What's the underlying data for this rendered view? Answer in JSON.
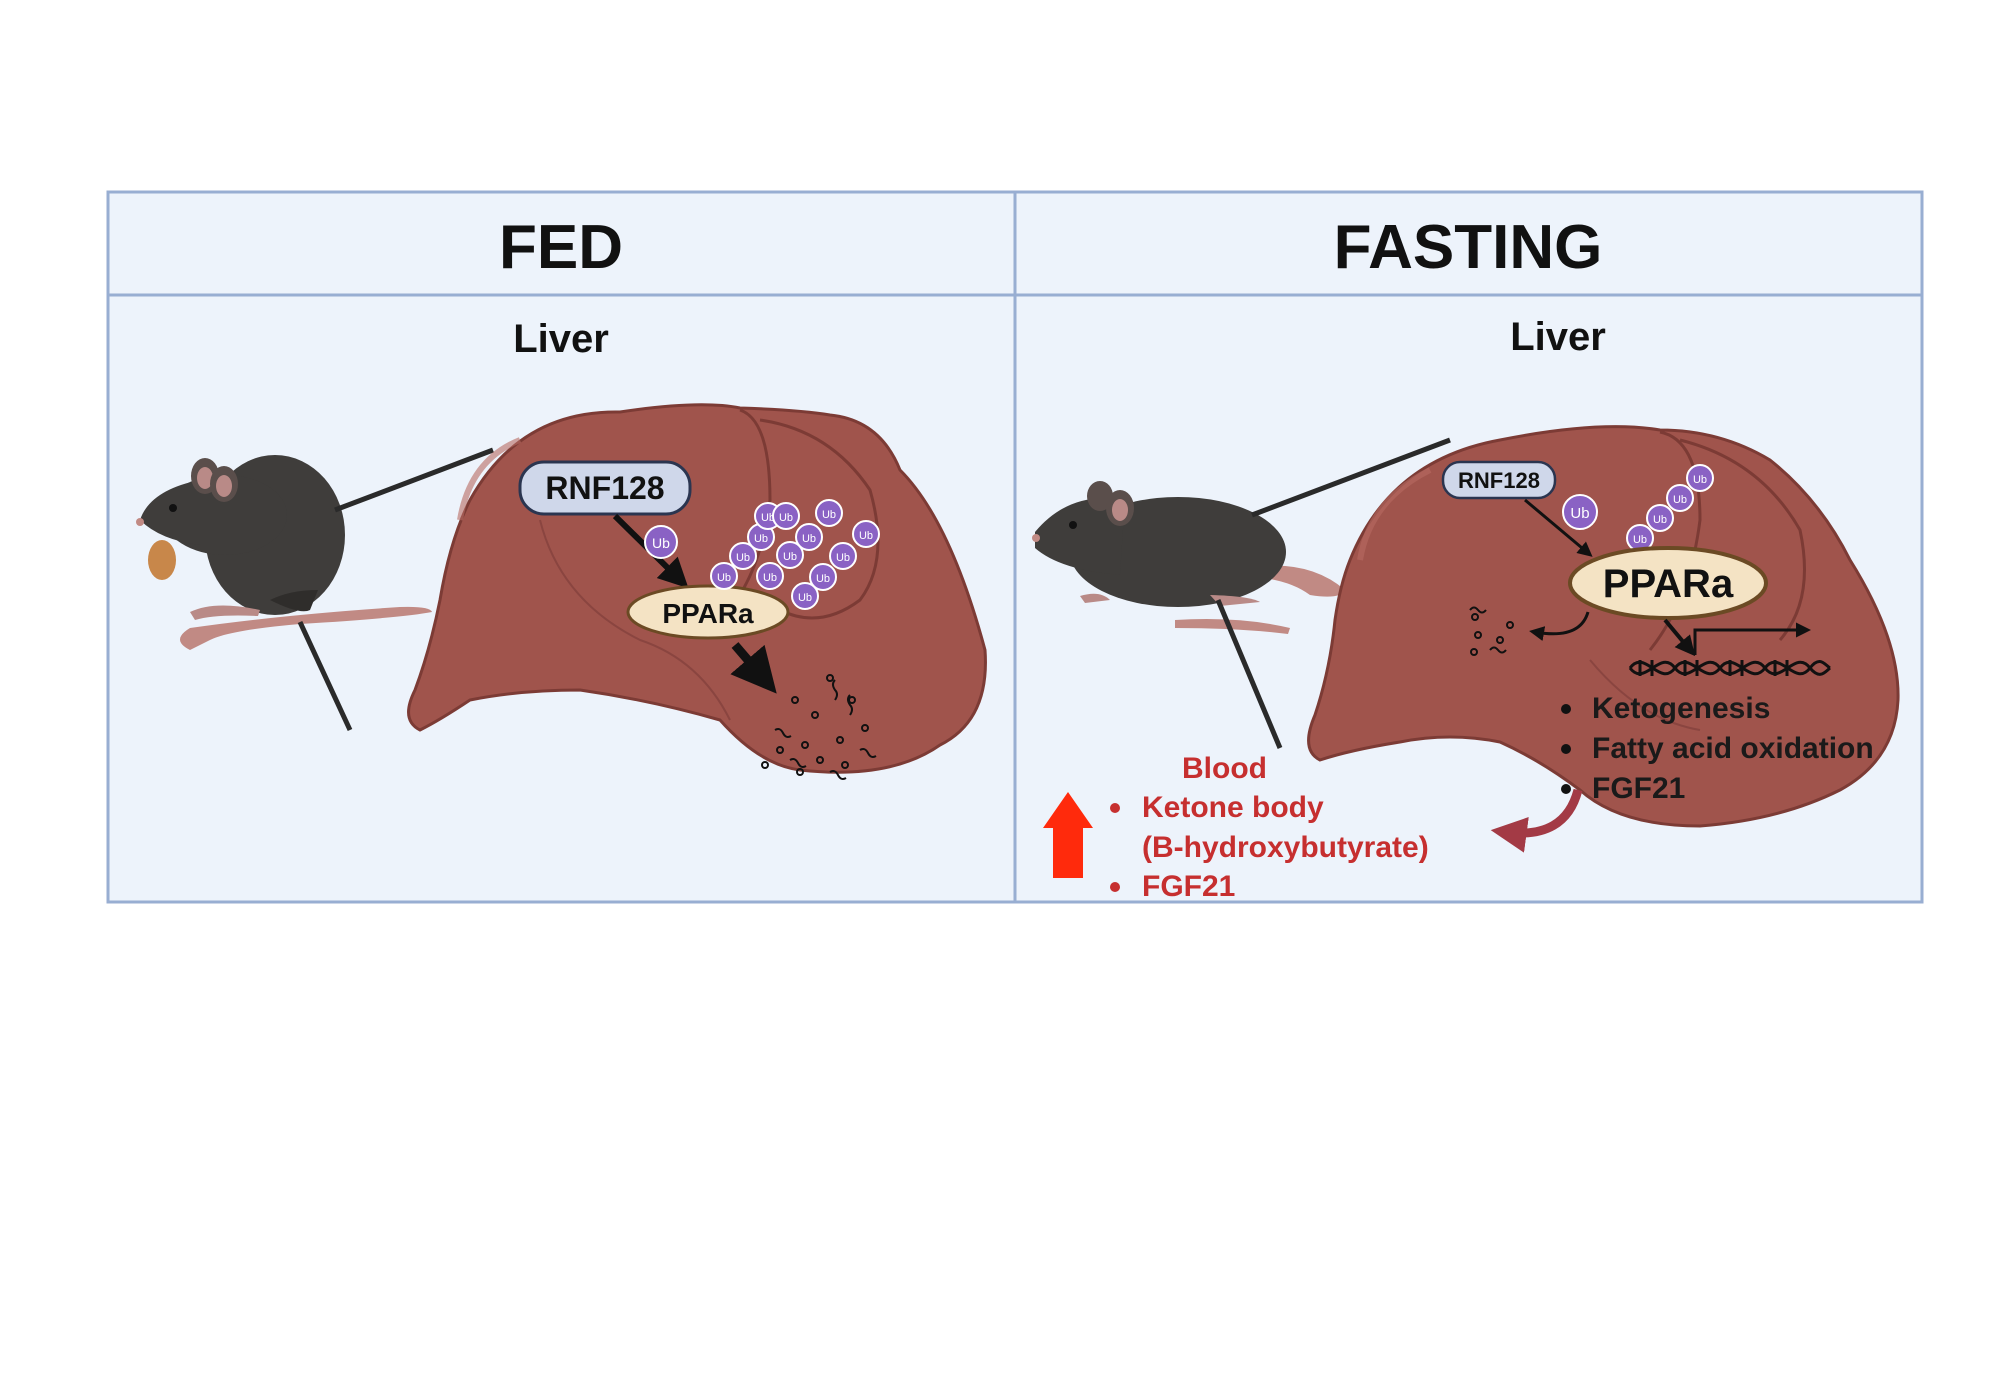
{
  "panels": {
    "fed": {
      "title": "FED",
      "subtitle": "Liver"
    },
    "fasting": {
      "title": "FASTING",
      "subtitle": "Liver"
    }
  },
  "labels": {
    "rnf128": "RNF128",
    "ppara": "PPARa",
    "ub": "Ub"
  },
  "fasting_outcomes": [
    "Ketogenesis",
    "Fatty acid oxidation",
    "FGF21"
  ],
  "blood": {
    "title": "Blood",
    "items": [
      "Ketone body",
      "(B-hydroxybutyrate)",
      "FGF21"
    ]
  },
  "colors": {
    "panel_bg": "#edf3fb",
    "panel_border": "#98aed2",
    "liver": "#a0544c",
    "liver_dark": "#7c3b35",
    "mouse": "#3f3d3b",
    "ub": "#8a62c4",
    "ppara_fill": "#f4e3c4",
    "rnf128_fill": "#cfd7ea",
    "blood_red": "#c62f2f",
    "up_arrow": "#ff2a0c",
    "secretion_arrow": "#a33a45"
  }
}
